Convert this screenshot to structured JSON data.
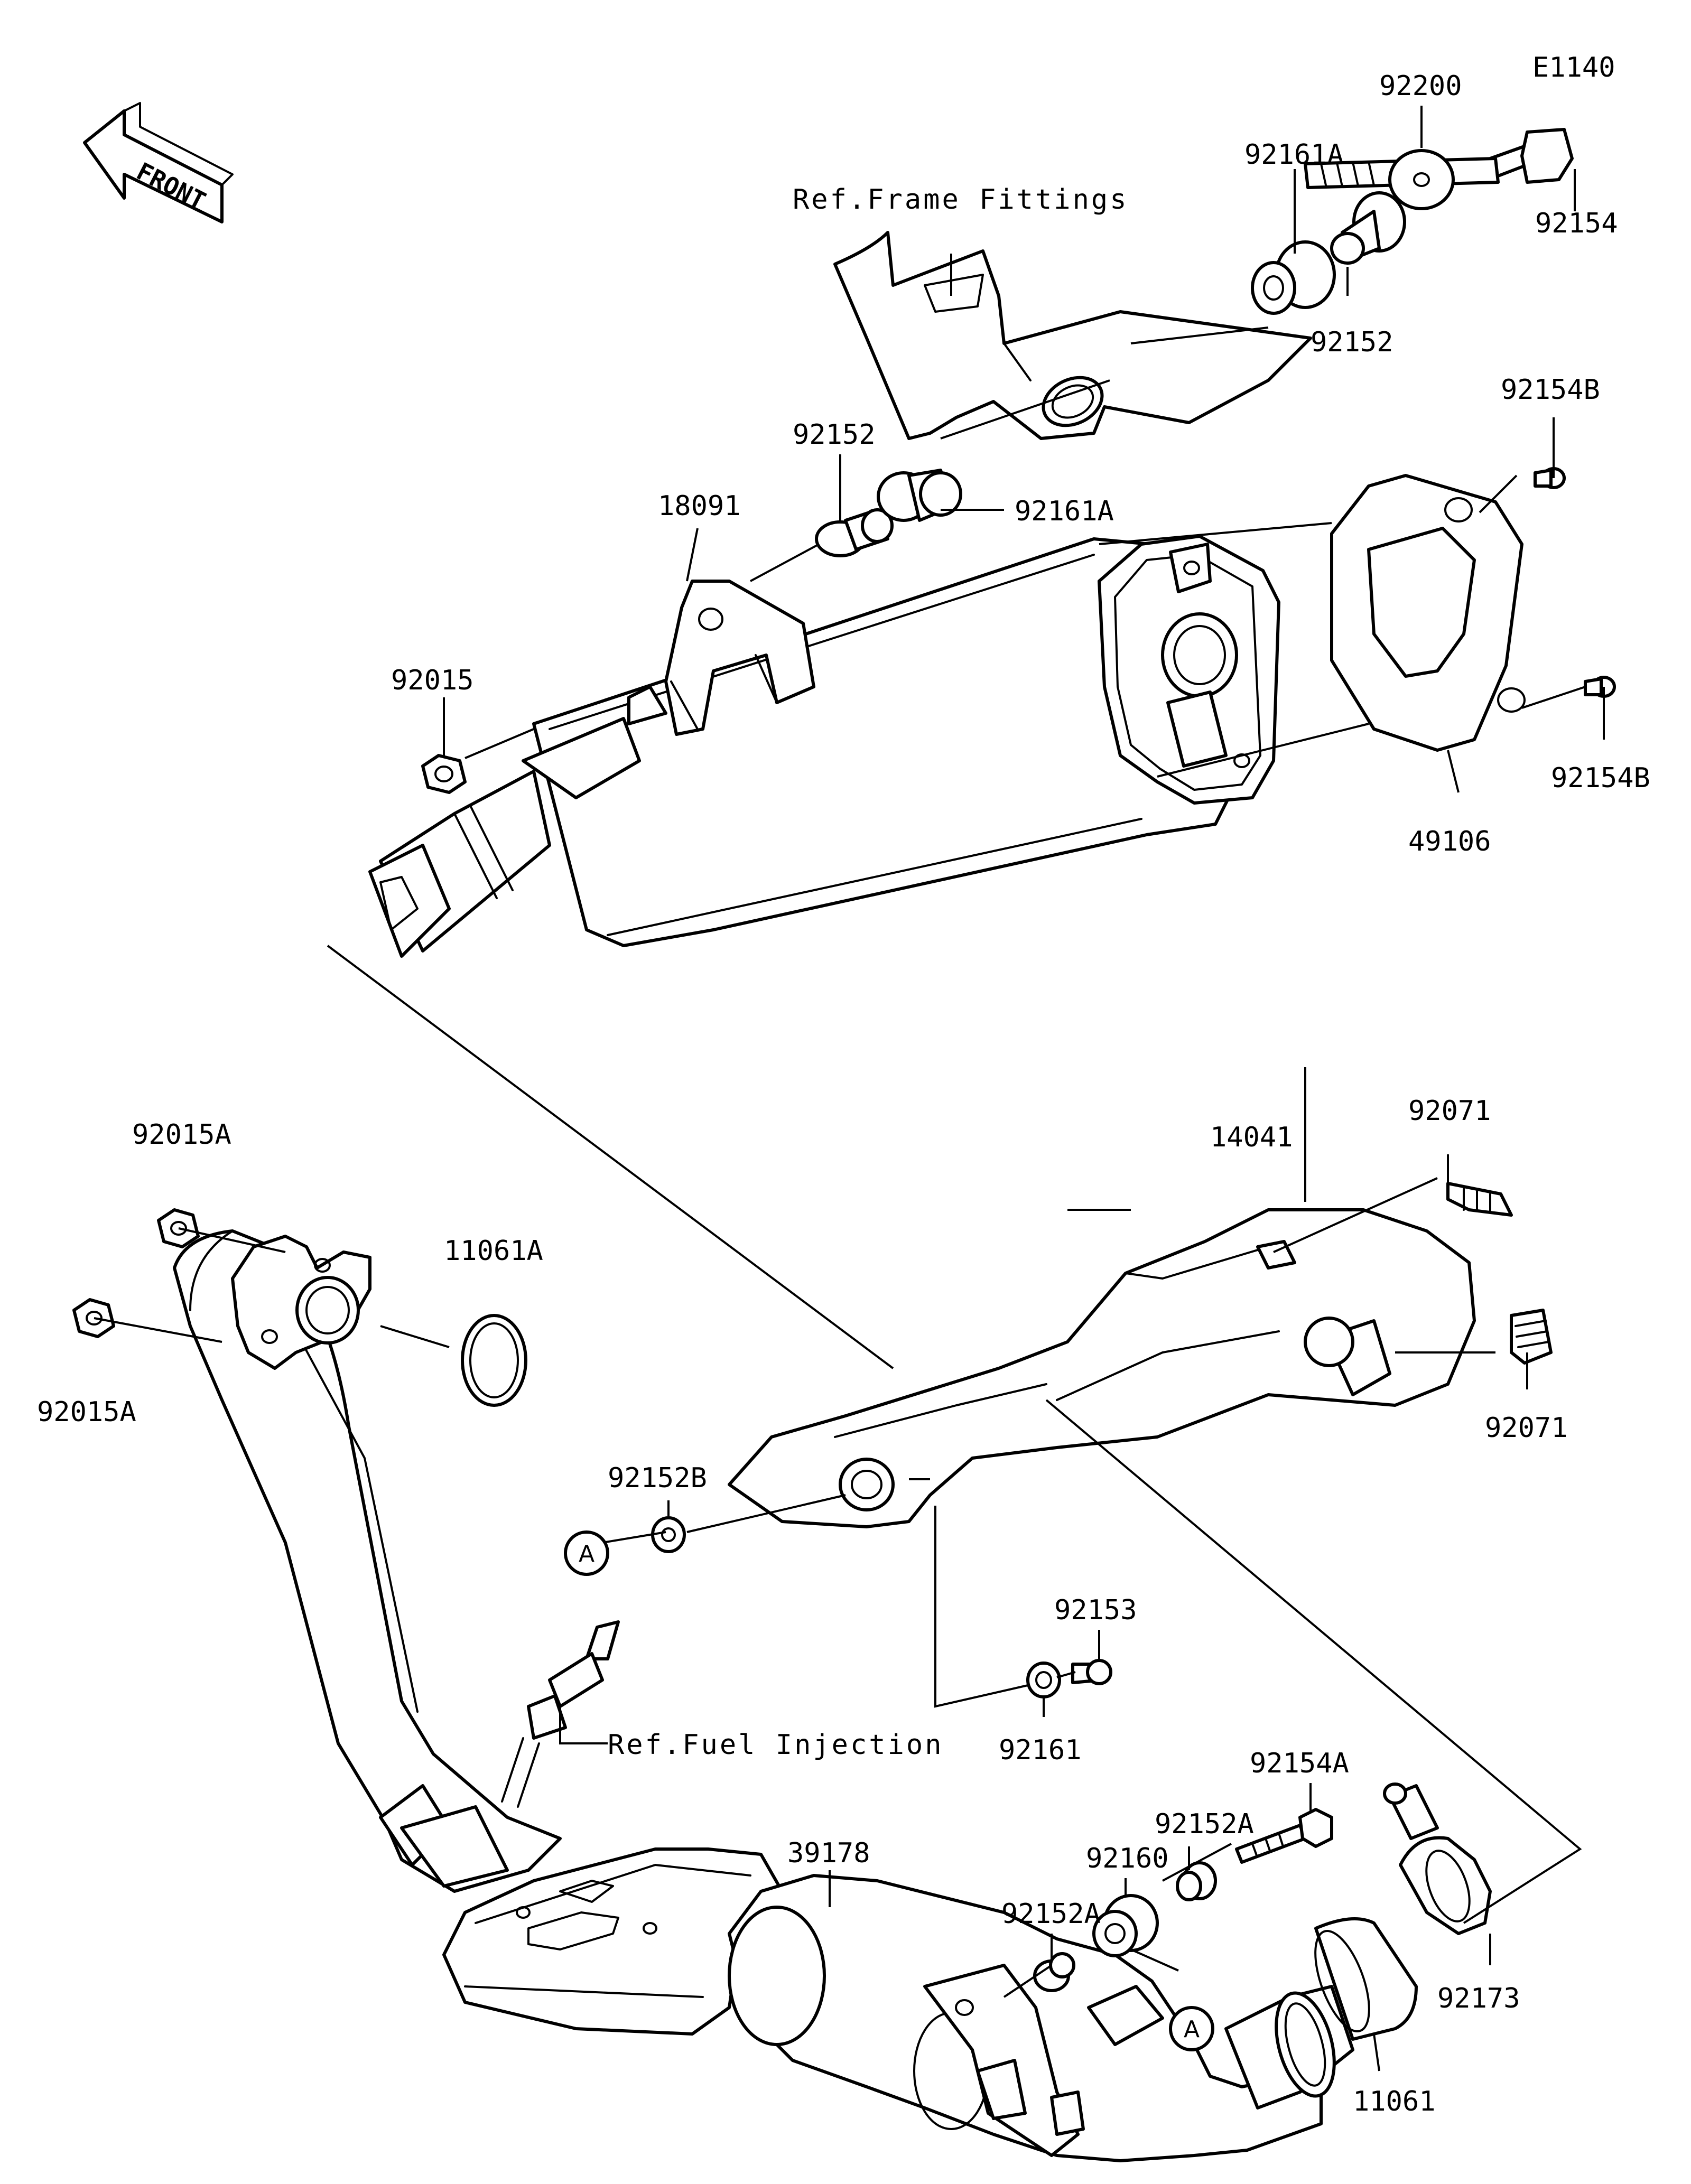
{
  "diagram": {
    "front_label": "FRONT",
    "refs": {
      "frame": "Ref.Frame Fittings",
      "fuel": "Ref.Fuel Injection"
    },
    "callout_letter": "A",
    "labels": {
      "e1140": "E1140",
      "p92200": "92200",
      "p92161a_top": "92161A",
      "p92154_top": "92154",
      "p92152_top": "92152",
      "p92154b_top": "92154B",
      "p92152_mid": "92152",
      "p92161a_mid": "92161A",
      "p18091": "18091",
      "p92015": "92015",
      "p92154b_bot": "92154B",
      "p49106": "49106",
      "p92015a_top": "92015A",
      "p11061a": "11061A",
      "p92015a_bot": "92015A",
      "p14041": "14041",
      "p92071_top": "92071",
      "p92071_bot": "92071",
      "p92152b": "92152B",
      "p92153": "92153",
      "p92161": "92161",
      "p92154a": "92154A",
      "p92152a_top": "92152A",
      "p92160": "92160",
      "p92152a_left": "92152A",
      "p39178": "39178",
      "p92173": "92173",
      "p11061": "11061"
    }
  }
}
